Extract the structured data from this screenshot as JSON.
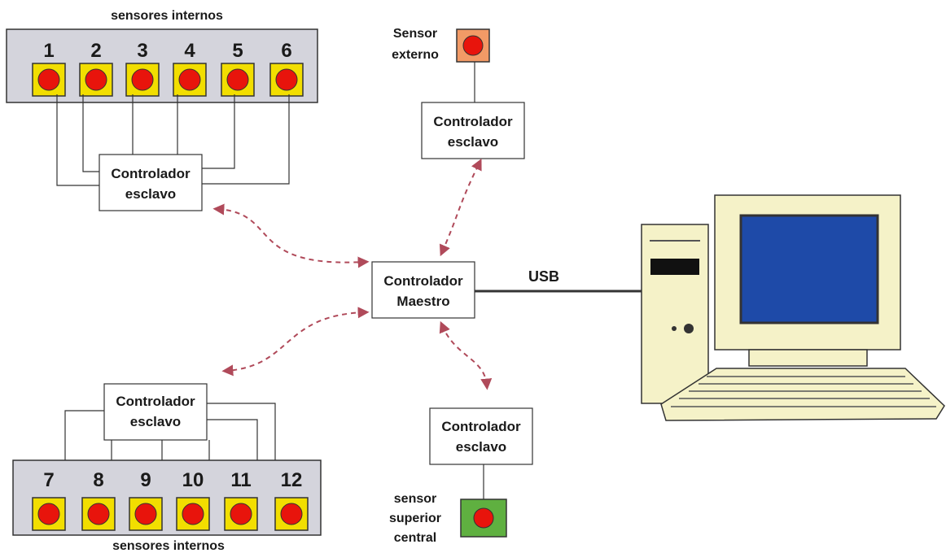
{
  "top_group": {
    "caption": "sensores internos",
    "numbers": [
      "1",
      "2",
      "3",
      "4",
      "5",
      "6"
    ],
    "controller": {
      "line1": "Controlador",
      "line2": "esclavo"
    }
  },
  "bottom_group": {
    "caption": "sensores internos",
    "numbers": [
      "7",
      "8",
      "9",
      "10",
      "11",
      "12"
    ],
    "controller": {
      "line1": "Controlador",
      "line2": "esclavo"
    }
  },
  "external": {
    "label_line1": "Sensor",
    "label_line2": "externo",
    "controller": {
      "line1": "Controlador",
      "line2": "esclavo"
    }
  },
  "superior": {
    "label_line1": "sensor",
    "label_line2": "superior",
    "label_line3": "central",
    "controller": {
      "line1": "Controlador",
      "line2": "esclavo"
    }
  },
  "master": {
    "line1": "Controlador",
    "line2": "Maestro"
  },
  "link_label": "USB",
  "colors": {
    "panel": "#d4d4dc",
    "sensor_bg": "#f2de00",
    "sensor_dot": "#e8140c",
    "external_bg": "#f29a66",
    "superior_bg": "#5fb040",
    "wireless": "#b04a5a",
    "computer_body": "#f5f2c8",
    "screen": "#1e4aa8"
  },
  "icons": [
    "computer-icon",
    "wireless-link-icon"
  ]
}
